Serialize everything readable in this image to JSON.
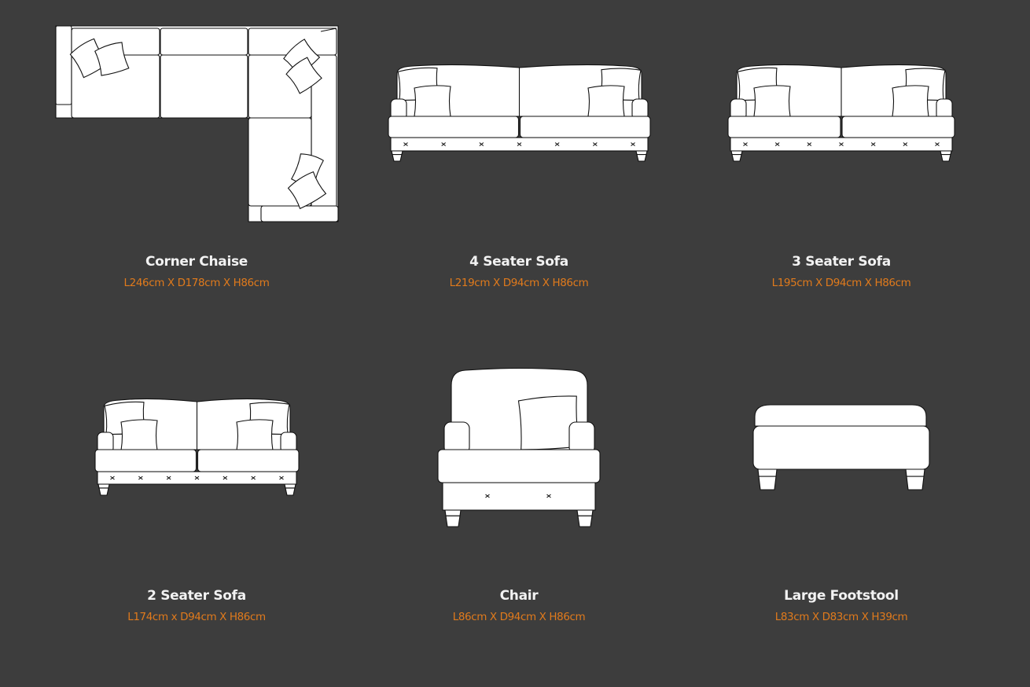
{
  "colors": {
    "background": "#3d3d3d",
    "title": "#f2f2f2",
    "dimensions": "#e07a1c"
  },
  "products": [
    {
      "title": "Corner Chaise",
      "dimensions": "L246cm X D178cm X H86cm",
      "icon": "corner-chaise-icon"
    },
    {
      "title": "4 Seater Sofa",
      "dimensions": "L219cm X D94cm X H86cm",
      "icon": "four-seater-sofa-icon"
    },
    {
      "title": "3 Seater Sofa",
      "dimensions": "L195cm X D94cm X H86cm",
      "icon": "three-seater-sofa-icon"
    },
    {
      "title": "2 Seater Sofa",
      "dimensions": "L174cm x D94cm X H86cm",
      "icon": "two-seater-sofa-icon"
    },
    {
      "title": "Chair",
      "dimensions": "L86cm X D94cm X H86cm",
      "icon": "chair-icon"
    },
    {
      "title": "Large Footstool",
      "dimensions": "L83cm X D83cm X H39cm",
      "icon": "footstool-icon"
    }
  ]
}
